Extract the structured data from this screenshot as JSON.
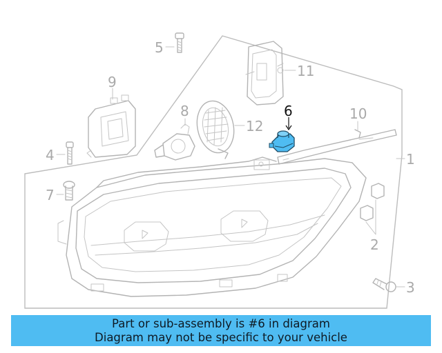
{
  "diagram": {
    "callouts": {
      "c1": "1",
      "c2": "2",
      "c3": "3",
      "c4": "4",
      "c5": "5",
      "c6": "6",
      "c7": "7",
      "c8": "8",
      "c9": "9",
      "c10": "10",
      "c11": "11",
      "c12": "12"
    },
    "highlighted_part": "6",
    "highlight_color": "#4fbcf2"
  },
  "banner": {
    "line1": "Part or sub-assembly is #6 in diagram",
    "line2": "Diagram may not be specific to your vehicle",
    "background": "#4fbcf2"
  }
}
